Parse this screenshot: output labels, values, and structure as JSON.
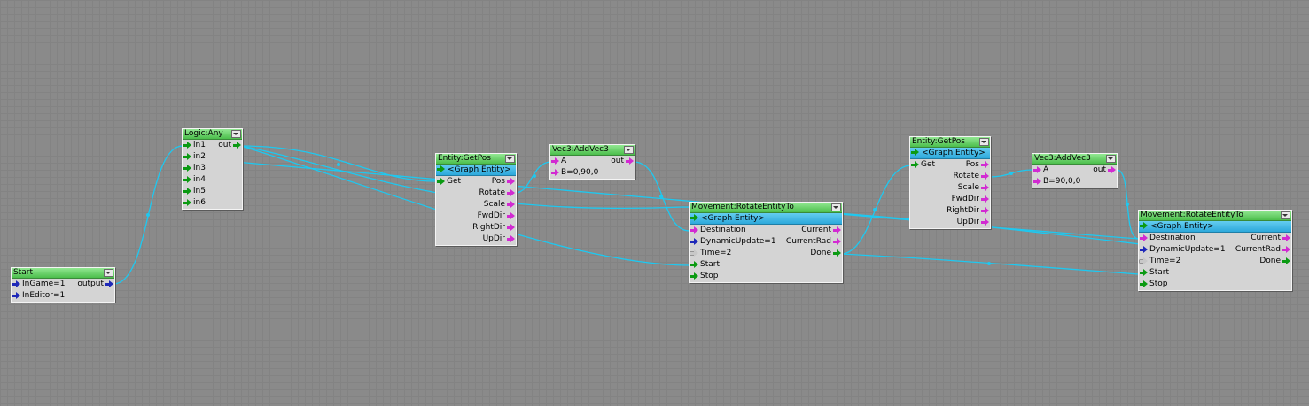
{
  "nodes": {
    "start": {
      "title": "Start",
      "inputs": [
        "InGame=1",
        "InEditor=1"
      ],
      "outputs": [
        "output"
      ]
    },
    "logic_any": {
      "title": "Logic:Any",
      "inputs": [
        "in1",
        "in2",
        "in3",
        "in4",
        "in5",
        "in6"
      ],
      "outputs": [
        "out"
      ]
    },
    "getpos1": {
      "title": "Entity:GetPos",
      "entity": "<Graph Entity>",
      "inputs": [
        "Get"
      ],
      "outputs": [
        "Pos",
        "Rotate",
        "Scale",
        "FwdDir",
        "RightDir",
        "UpDir"
      ]
    },
    "addvec1": {
      "title": "Vec3:AddVec3",
      "inputs": [
        "A",
        "B=0,90,0"
      ],
      "outputs": [
        "out"
      ]
    },
    "rotate1": {
      "title": "Movement:RotateEntityTo",
      "entity": "<Graph Entity>",
      "inputs": [
        "Destination",
        "DynamicUpdate=1",
        "Time=2",
        "Start",
        "Stop"
      ],
      "outputs": [
        "Current",
        "CurrentRad",
        "Done"
      ]
    },
    "getpos2": {
      "title": "Entity:GetPos",
      "entity": "<Graph Entity>",
      "inputs": [
        "Get"
      ],
      "outputs": [
        "Pos",
        "Rotate",
        "Scale",
        "FwdDir",
        "RightDir",
        "UpDir"
      ]
    },
    "addvec2": {
      "title": "Vec3:AddVec3",
      "inputs": [
        "A",
        "B=90,0,0"
      ],
      "outputs": [
        "out"
      ]
    },
    "rotate2": {
      "title": "Movement:RotateEntityTo",
      "entity": "<Graph Entity>",
      "inputs": [
        "Destination",
        "DynamicUpdate=1",
        "Time=2",
        "Start",
        "Stop"
      ],
      "outputs": [
        "Current",
        "CurrentRad",
        "Done"
      ]
    }
  },
  "colors": {
    "canvas": "#8a8a8a",
    "grid": "#838383",
    "node_body": "#d4d4d4",
    "header": "#5fcf5f",
    "entity_row": "#3cb4e4",
    "wire": "#1ec8f0",
    "port_event": "#0b9a12",
    "port_vec3": "#d22ad2",
    "port_bool": "#1e28b8",
    "port_float": "#c8c8c8"
  }
}
